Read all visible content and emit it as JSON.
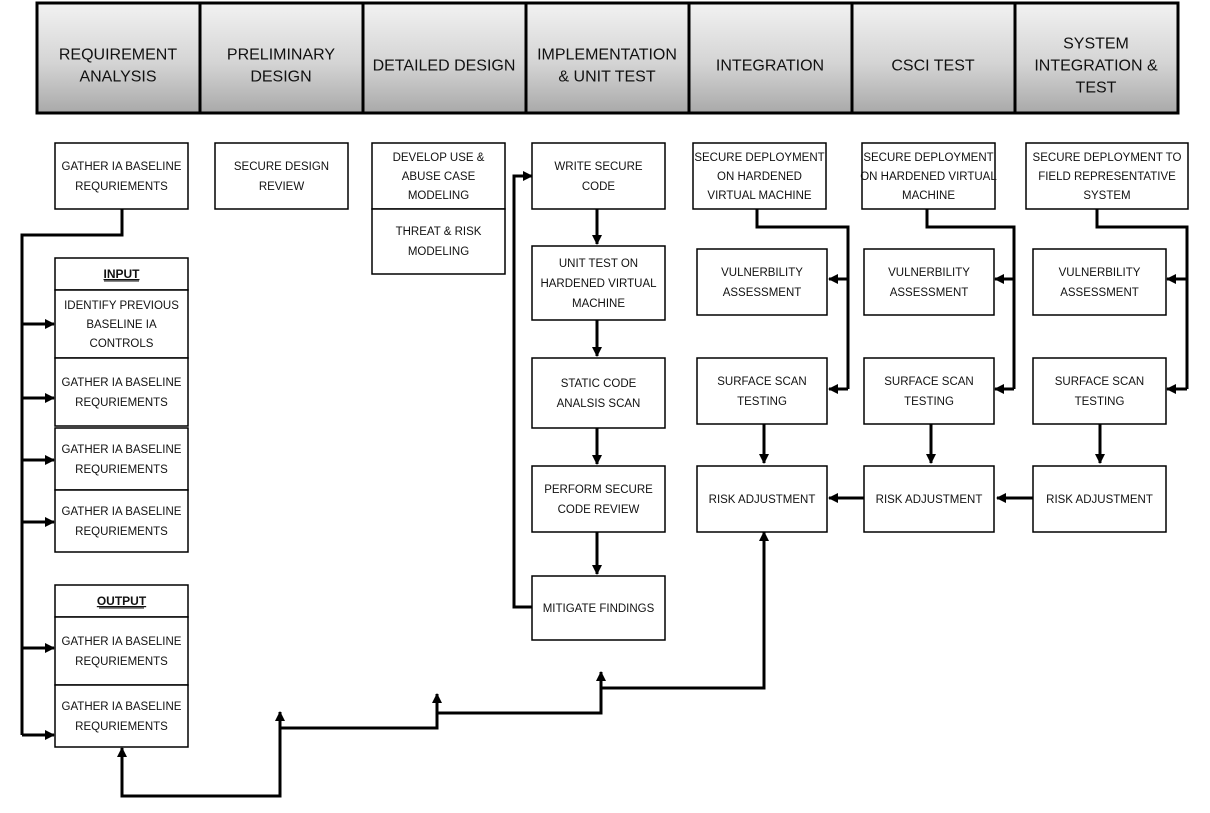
{
  "phases": [
    [
      "REQUIREMENT",
      "ANALYSIS"
    ],
    [
      "PRELIMINARY",
      "DESIGN"
    ],
    [
      "DETAILED DESIGN"
    ],
    [
      "IMPLEMENTATION",
      "& UNIT TEST"
    ],
    [
      "INTEGRATION"
    ],
    [
      "CSCI TEST"
    ],
    [
      "SYSTEM",
      "INTEGRATION &",
      "TEST"
    ]
  ],
  "requirement_analysis": {
    "gather": [
      "GATHER IA BASELINE",
      "REQURIEMENTS"
    ],
    "input_title": "INPUT",
    "input_items": [
      [
        "IDENTIFY PREVIOUS",
        "BASELINE IA",
        "CONTROLS"
      ],
      [
        "GATHER IA BASELINE",
        "REQURIEMENTS"
      ],
      [
        "GATHER IA BASELINE",
        "REQURIEMENTS"
      ],
      [
        "GATHER IA BASELINE",
        "REQURIEMENTS"
      ]
    ],
    "output_title": "OUTPUT",
    "output_items": [
      [
        "GATHER IA BASELINE",
        "REQURIEMENTS"
      ],
      [
        "GATHER IA BASELINE",
        "REQURIEMENTS"
      ]
    ]
  },
  "preliminary_design": {
    "review": [
      "SECURE DESIGN",
      "REVIEW"
    ]
  },
  "detailed_design": {
    "use_case": [
      "DEVELOP USE &",
      "ABUSE CASE",
      "MODELING"
    ],
    "threat": [
      "THREAT & RISK",
      "MODELING"
    ]
  },
  "implementation": {
    "steps": [
      [
        "WRITE SECURE",
        "CODE"
      ],
      [
        "UNIT TEST ON",
        "HARDENED VIRTUAL",
        "MACHINE"
      ],
      [
        "STATIC CODE",
        "ANALSIS SCAN"
      ],
      [
        "PERFORM SECURE",
        "CODE REVIEW"
      ],
      [
        "MITIGATE FINDINGS"
      ]
    ]
  },
  "integration": {
    "deploy": [
      "SECURE DEPLOYMENT",
      "ON HARDENED",
      "VIRTUAL MACHINE"
    ],
    "vuln": [
      "VULNERBILITY",
      "ASSESSMENT"
    ],
    "scan": [
      "SURFACE SCAN",
      "TESTING"
    ],
    "risk": [
      "RISK ADJUSTMENT"
    ]
  },
  "csci_test": {
    "deploy": [
      "SECURE DEPLOYMENT",
      "ON HARDENED VIRTUAL",
      "MACHINE"
    ],
    "vuln": [
      "VULNERBILITY",
      "ASSESSMENT"
    ],
    "scan": [
      "SURFACE SCAN",
      "TESTING"
    ],
    "risk": [
      "RISK ADJUSTMENT"
    ]
  },
  "system_integration": {
    "deploy": [
      "SECURE DEPLOYMENT TO",
      "FIELD REPRESENTATIVE",
      "SYSTEM"
    ],
    "vuln": [
      "VULNERBILITY",
      "ASSESSMENT"
    ],
    "scan": [
      "SURFACE SCAN",
      "TESTING"
    ],
    "risk": [
      "RISK ADJUSTMENT"
    ]
  }
}
